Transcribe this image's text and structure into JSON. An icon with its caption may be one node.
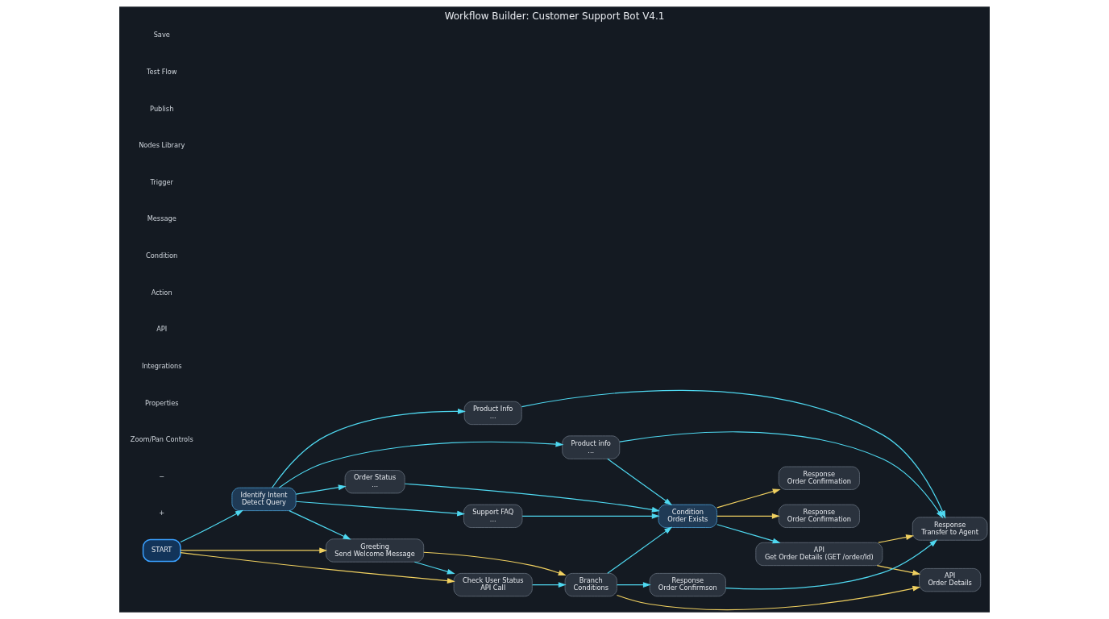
{
  "diagram": {
    "title": "Workflow Builder: Customer Support Bot V4.1",
    "nodes": [
      {
        "text": [
          "START"
        ]
      },
      {
        "text": [
          "Identify Intent",
          "Detect Query"
        ]
      },
      {
        "text": [
          "Greeting",
          "Send Welcome Message"
        ]
      },
      {
        "text": [
          "Check User Status",
          "API Call"
        ]
      },
      {
        "text": [
          "Support FAQ",
          "..."
        ]
      },
      {
        "text": [
          "Order Status",
          "..."
        ]
      },
      {
        "text": [
          "Product info",
          "..."
        ]
      },
      {
        "text": [
          "Product Info",
          "..."
        ]
      },
      {
        "text": [
          "Branch",
          "Conditions"
        ]
      },
      {
        "text": [
          "Condition",
          "Order Exists"
        ]
      },
      {
        "text": [
          "API",
          "Get Order Details (GET /order/ld)"
        ]
      },
      {
        "text": [
          "API",
          "Order Details"
        ]
      },
      {
        "text": [
          "Response",
          "Order Confirmation"
        ]
      },
      {
        "text": [
          "Response",
          "Order Confirmation"
        ]
      },
      {
        "text": [
          "Response",
          "Transfer to Agent"
        ]
      },
      {
        "text": [
          "Response",
          "Order Confirmson"
        ]
      }
    ],
    "edges": [
      {
        "from": 0,
        "to": 1,
        "arrow": "to"
      },
      {
        "from": 0,
        "to": 2,
        "arrow": "to",
        "color": "#f0d060"
      },
      {
        "from": 0,
        "to": 3,
        "arrow": "to",
        "color": "#f0d060"
      },
      {
        "from": 1,
        "to": 2,
        "arrow": "to"
      },
      {
        "from": 2,
        "to": 3,
        "arrow": "to"
      },
      {
        "from": 1,
        "to": 4,
        "arrow": "to"
      },
      {
        "from": 1,
        "to": 5,
        "arrow": "to"
      },
      {
        "from": 1,
        "to": 6,
        "arrow": "to"
      },
      {
        "from": 1,
        "to": 7,
        "arrow": "to"
      },
      {
        "from": 2,
        "to": 8,
        "arrow": "to",
        "color": "#f0d060"
      },
      {
        "from": 3,
        "to": 8,
        "arrow": "to"
      },
      {
        "from": 4,
        "to": 9,
        "arrow": "to"
      },
      {
        "from": 5,
        "to": 9,
        "arrow": "to"
      },
      {
        "from": 6,
        "to": 9,
        "arrow": "to"
      },
      {
        "from": 8,
        "to": 9,
        "arrow": "to"
      },
      {
        "from": 6,
        "to": 14,
        "arrow": "to"
      },
      {
        "from": 7,
        "to": 14,
        "arrow": "to"
      },
      {
        "from": 8,
        "to": 11,
        "arrow": "to",
        "color": "#f0d060"
      },
      {
        "from": 8,
        "to": 15,
        "arrow": "to"
      },
      {
        "from": 9,
        "to": 10,
        "arrow": "to"
      },
      {
        "from": 9,
        "to": 12,
        "arrow": "to",
        "color": "#f0d060"
      },
      {
        "from": 9,
        "to": 13,
        "arrow": "to",
        "color": "#f0d060"
      },
      {
        "from": 10,
        "to": 14,
        "arrow": "to",
        "color": "#f0d060"
      },
      {
        "from": 10,
        "to": 11,
        "arrow": "to",
        "color": "#f0d060"
      },
      {
        "from": 15,
        "to": 14,
        "arrow": "to"
      }
    ],
    "labels": [
      "Save",
      "Test Flow",
      "Publish",
      "Nodes Library",
      "Trigger",
      "Message",
      "Condition",
      "Action",
      "API",
      "Integrations",
      "Properties",
      "Zoom/Pan Controls",
      "−",
      "+"
    ]
  }
}
